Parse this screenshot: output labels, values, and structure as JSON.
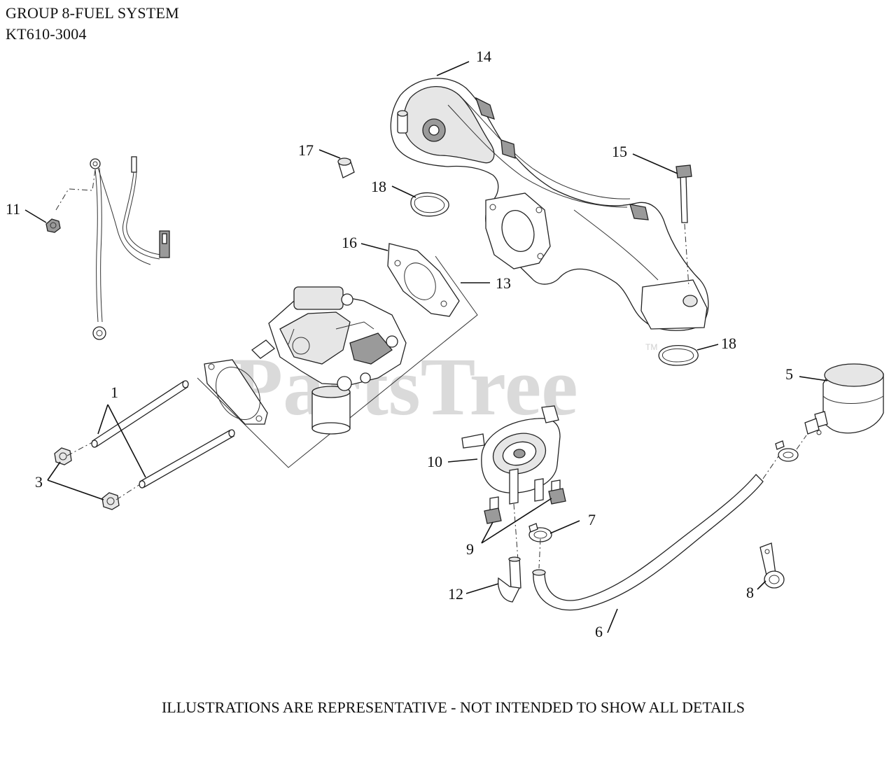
{
  "header": {
    "title": "GROUP 8-FUEL SYSTEM",
    "model": "KT610-3004"
  },
  "watermark": {
    "text": "PartsTree",
    "trademark": "TM"
  },
  "callouts": {
    "c1": "1",
    "c3": "3",
    "c5": "5",
    "c6": "6",
    "c7": "7",
    "c8": "8",
    "c9": "9",
    "c10": "10",
    "c11": "11",
    "c12": "12",
    "c13": "13",
    "c14": "14",
    "c15": "15",
    "c16": "16",
    "c17": "17",
    "c18a": "18",
    "c18b": "18"
  },
  "footer": {
    "note": "ILLUSTRATIONS ARE REPRESENTATIVE - NOT INTENDED TO SHOW ALL DETAILS"
  }
}
